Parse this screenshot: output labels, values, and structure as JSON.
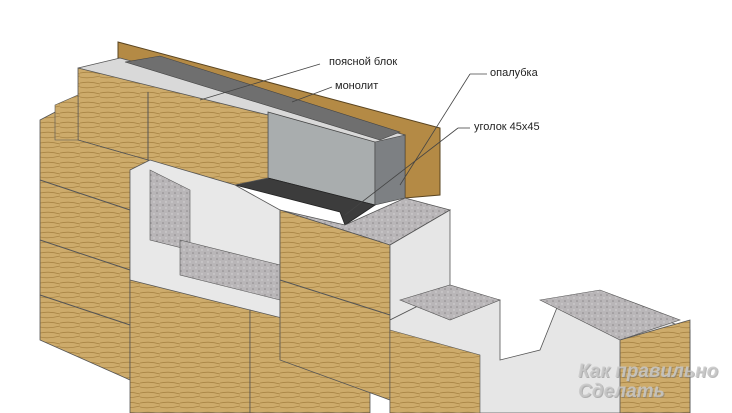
{
  "labels": {
    "belt_block": "поясной блок",
    "monolith": "монолит",
    "formwork": "опалубка",
    "angle": "уголок 45х45"
  },
  "watermark": {
    "line1": "Как правильно",
    "line2": "Сделать"
  },
  "colors": {
    "wood": "#c9a86a",
    "wood_dark": "#9c7a40",
    "concrete": "#bdbdbd",
    "concrete_light": "#e6e6e6",
    "board": "#b48a45",
    "steel": "#3c3c3c"
  }
}
